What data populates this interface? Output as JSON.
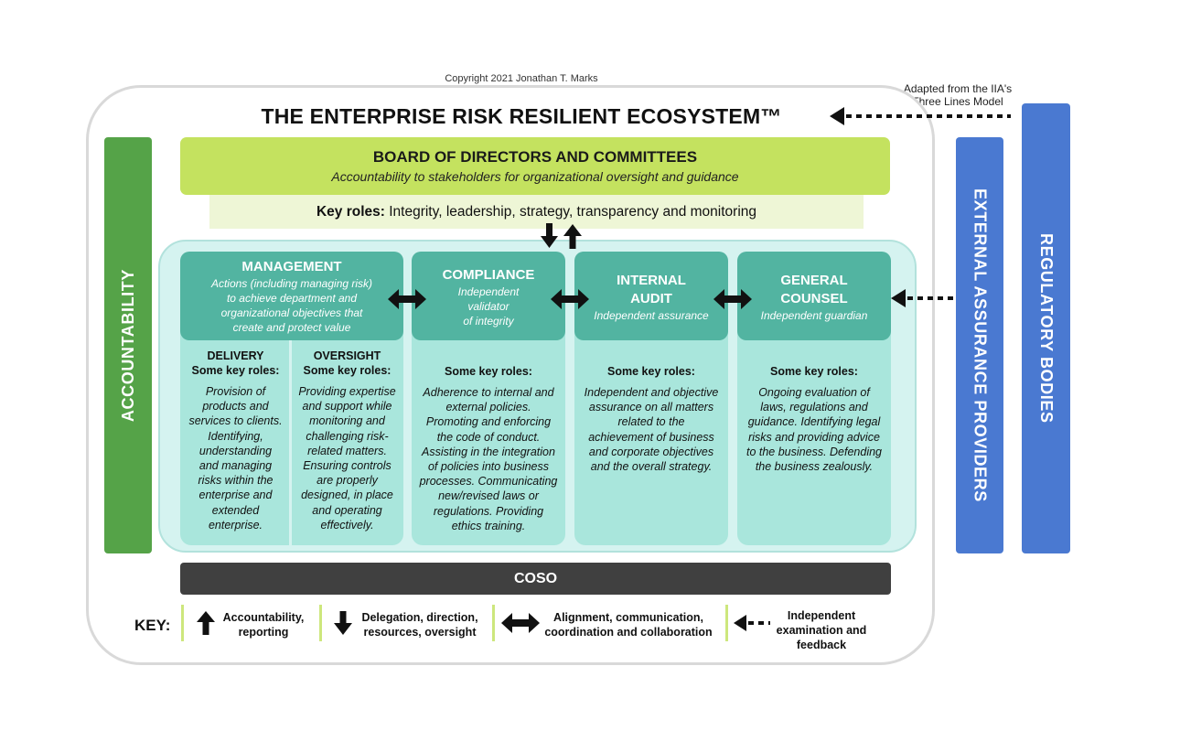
{
  "copyright": "Copyright 2021 Jonathan T. Marks",
  "adapted": [
    "Adapted from the IIA's",
    "Three Lines Model"
  ],
  "title": "THE ENTERPRISE RISK RESILIENT ECOSYSTEM™",
  "side_bars": {
    "accountability": "ACCOUNTABILITY",
    "external": "EXTERNAL ASSURANCE PROVIDERS",
    "regulatory": "REGULATORY BODIES"
  },
  "board": {
    "title": "BOARD OF DIRECTORS AND COMMITTEES",
    "subtitle": "Accountability to stakeholders  for organizational oversight and guidance",
    "key_roles_label": "Key roles:",
    "key_roles_text": " Integrity, leadership, strategy, transparency and monitoring"
  },
  "management": {
    "title": "MANAGEMENT",
    "subtitle": [
      "Actions (including managing risk)",
      "to achieve department and",
      "organizational objectives that",
      "create and protect value"
    ],
    "delivery": {
      "title": [
        "DELIVERY",
        "Some key roles:"
      ],
      "text": [
        "Provision of",
        "products and",
        "services to clients.",
        "Identifying,",
        "understanding",
        "and managing",
        "risks within the",
        "enterprise and",
        "extended",
        "enterprise."
      ]
    },
    "oversight": {
      "title": [
        "OVERSIGHT",
        "Some key roles:"
      ],
      "text": [
        "Providing expertise",
        "and support while",
        "monitoring and",
        "challenging risk-",
        "related matters.",
        "Ensuring controls",
        "are properly",
        "designed, in place",
        "and operating",
        "effectively."
      ]
    }
  },
  "compliance": {
    "title": [
      "COMPLIANCE"
    ],
    "subtitle": [
      "Independent",
      "validator",
      "of integrity"
    ],
    "roles_title": "Some key roles:",
    "text": [
      "Adherence to internal and",
      "external policies.",
      "Promoting and enforcing",
      "the code of conduct.",
      "Assisting in the integration",
      "of policies into business",
      "processes.  Communicating",
      "new/revised laws or",
      "regulations.  Providing",
      "ethics training."
    ]
  },
  "internal_audit": {
    "title": [
      "INTERNAL",
      "AUDIT"
    ],
    "subtitle": [
      "Independent  assurance"
    ],
    "roles_title": "Some key roles:",
    "text": [
      "Independent  and objective",
      "assurance on all matters",
      "related to the",
      "achievement of business",
      "and corporate objectives",
      "and the overall strategy."
    ]
  },
  "general_counsel": {
    "title": [
      "GENERAL",
      "COUNSEL"
    ],
    "subtitle": [
      "Independent  guardian"
    ],
    "roles_title": "Some key roles:",
    "text": [
      "Ongoing evaluation of",
      "laws, regulations and",
      "guidance.  Identifying legal",
      "risks and providing advice",
      "to the business.  Defending",
      "the business zealously."
    ]
  },
  "coso": "COSO",
  "key": {
    "label": "KEY:",
    "items": [
      {
        "icon": "arrow-up-icon",
        "text": [
          "Accountability,",
          "reporting"
        ]
      },
      {
        "icon": "arrow-down-icon",
        "text": [
          "Delegation, direction,",
          "resources, oversight"
        ]
      },
      {
        "icon": "double-arrow-icon",
        "text": [
          "Alignment, communication,",
          "coordination and collaboration"
        ]
      },
      {
        "icon": "dotted-arrow-icon",
        "text": [
          "Independent",
          "examination and",
          "feedback"
        ]
      }
    ]
  },
  "colors": {
    "accountability": "#55a348",
    "external": "#4a79d1",
    "board": "#c4e25f",
    "key_roles_bg": "#eef6d6",
    "column_head": "#52b4a1",
    "column_body": "#a9e6dc",
    "org_area": "#d5f3f0",
    "coso": "#404040"
  }
}
